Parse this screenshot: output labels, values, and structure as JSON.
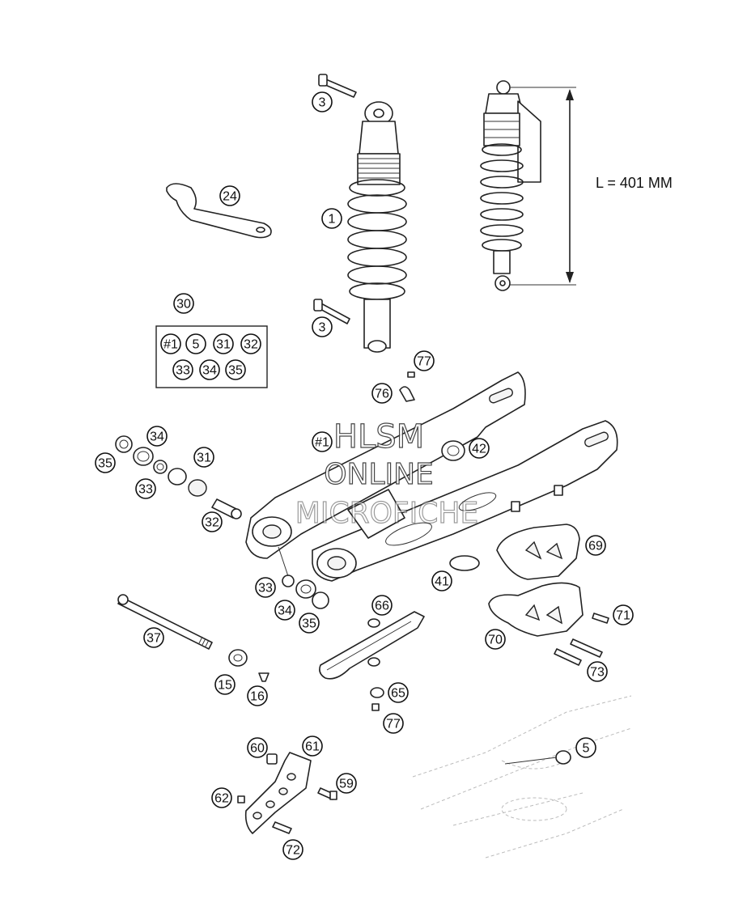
{
  "dimension": {
    "label": "L = 401 MM"
  },
  "watermark": {
    "line1": "HLSM",
    "line2": "ONLINE",
    "line3": "MICROFICHE"
  },
  "kit_box": {
    "number": "30",
    "contents": [
      "#1",
      "5",
      "31",
      "32",
      "33",
      "34",
      "35"
    ]
  },
  "callouts": [
    {
      "id": "c3a",
      "text": "3"
    },
    {
      "id": "c24",
      "text": "24"
    },
    {
      "id": "c1",
      "text": "1"
    },
    {
      "id": "c3b",
      "text": "3"
    },
    {
      "id": "c77a",
      "text": "77"
    },
    {
      "id": "c76",
      "text": "76"
    },
    {
      "id": "c34a",
      "text": "34"
    },
    {
      "id": "c35a",
      "text": "35"
    },
    {
      "id": "c31",
      "text": "31"
    },
    {
      "id": "c33a",
      "text": "33"
    },
    {
      "id": "c32",
      "text": "32"
    },
    {
      "id": "c1b",
      "text": "#1"
    },
    {
      "id": "c42",
      "text": "42"
    },
    {
      "id": "c69",
      "text": "69"
    },
    {
      "id": "c41",
      "text": "41"
    },
    {
      "id": "c33b",
      "text": "33"
    },
    {
      "id": "c34b",
      "text": "34"
    },
    {
      "id": "c35b",
      "text": "35"
    },
    {
      "id": "c66",
      "text": "66"
    },
    {
      "id": "c71",
      "text": "71"
    },
    {
      "id": "c70",
      "text": "70"
    },
    {
      "id": "c37",
      "text": "37"
    },
    {
      "id": "c73",
      "text": "73"
    },
    {
      "id": "c15",
      "text": "15"
    },
    {
      "id": "c16",
      "text": "16"
    },
    {
      "id": "c65",
      "text": "65"
    },
    {
      "id": "c77b",
      "text": "77"
    },
    {
      "id": "c60",
      "text": "60"
    },
    {
      "id": "c61",
      "text": "61"
    },
    {
      "id": "c5",
      "text": "5"
    },
    {
      "id": "c59",
      "text": "59"
    },
    {
      "id": "c62",
      "text": "62"
    },
    {
      "id": "c72",
      "text": "72"
    }
  ]
}
